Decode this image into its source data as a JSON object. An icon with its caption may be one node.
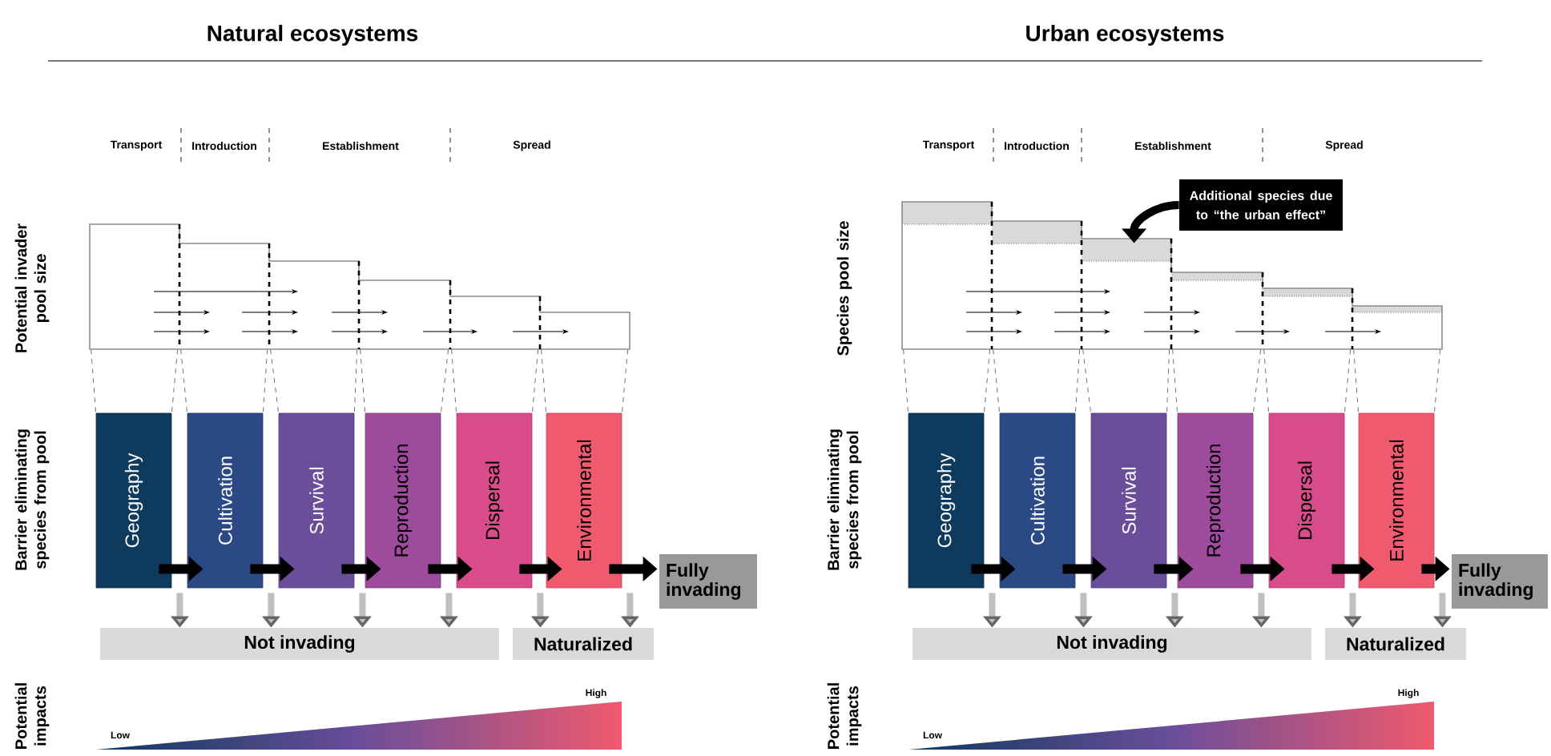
{
  "diagram": {
    "nodes": [
      {
        "text": [
          "Geography"
        ]
      },
      {
        "text": [
          "Cultivation"
        ]
      },
      {
        "text": [
          "Survival"
        ]
      },
      {
        "text": [
          "Reproduction"
        ]
      },
      {
        "text": [
          "Dispersal"
        ]
      },
      {
        "text": [
          "Environmental"
        ]
      },
      {
        "text": [
          "Fully invading"
        ]
      },
      {
        "text": [
          "Not invading"
        ]
      },
      {
        "text": [
          "Naturalized"
        ]
      },
      {
        "text": [
          "Geography"
        ]
      },
      {
        "text": [
          "Cultivation"
        ]
      },
      {
        "text": [
          "Survival"
        ]
      },
      {
        "text": [
          "Reproduction"
        ]
      },
      {
        "text": [
          "Dispersal"
        ]
      },
      {
        "text": [
          "Environmental"
        ]
      },
      {
        "text": [
          "Fully invading"
        ]
      },
      {
        "text": [
          "Not invading"
        ]
      },
      {
        "text": [
          "Naturalized"
        ]
      },
      {
        "text": [
          "Additional species due to “the urban effect”"
        ]
      },
      {
        "text": [],
        "shape": "box"
      },
      {
        "text": [],
        "shape": "box"
      }
    ],
    "edges": [
      {
        "from": 0,
        "to": 1,
        "arrow": "to",
        "color": "#000000"
      },
      {
        "from": 1,
        "to": 2,
        "arrow": "to",
        "color": "#000000"
      },
      {
        "from": 2,
        "to": 3,
        "arrow": "to",
        "color": "#000000"
      },
      {
        "from": 3,
        "to": 4,
        "arrow": "to",
        "color": "#000000"
      },
      {
        "from": 4,
        "to": 5,
        "arrow": "to",
        "color": "#000000"
      },
      {
        "from": 5,
        "to": 6,
        "arrow": "to",
        "color": "#000000"
      },
      {
        "from": 0,
        "to": 7,
        "arrow": "to",
        "color": "#bfbfbf"
      },
      {
        "from": 1,
        "to": 7,
        "arrow": "to",
        "color": "#bfbfbf"
      },
      {
        "from": 2,
        "to": 7,
        "arrow": "to",
        "color": "#bfbfbf"
      },
      {
        "from": 3,
        "to": 7,
        "arrow": "to",
        "color": "#bfbfbf"
      },
      {
        "from": 4,
        "to": 8,
        "arrow": "to",
        "color": "#bfbfbf"
      },
      {
        "from": 5,
        "to": 8,
        "arrow": "to",
        "color": "#bfbfbf"
      },
      {
        "from": 9,
        "to": 10,
        "arrow": "to",
        "color": "#000000"
      },
      {
        "from": 10,
        "to": 11,
        "arrow": "to",
        "color": "#000000"
      },
      {
        "from": 11,
        "to": 12,
        "arrow": "to",
        "color": "#000000"
      },
      {
        "from": 12,
        "to": 13,
        "arrow": "to",
        "color": "#000000"
      },
      {
        "from": 13,
        "to": 14,
        "arrow": "to",
        "color": "#000000"
      },
      {
        "from": 14,
        "to": 15,
        "arrow": "to",
        "color": "#000000"
      },
      {
        "from": 9,
        "to": 16,
        "arrow": "to",
        "color": "#bfbfbf"
      },
      {
        "from": 10,
        "to": 16,
        "arrow": "to",
        "color": "#bfbfbf"
      },
      {
        "from": 11,
        "to": 16,
        "arrow": "to",
        "color": "#bfbfbf"
      },
      {
        "from": 12,
        "to": 16,
        "arrow": "to",
        "color": "#bfbfbf"
      },
      {
        "from": 13,
        "to": 17,
        "arrow": "to",
        "color": "#bfbfbf"
      },
      {
        "from": 14,
        "to": 17,
        "arrow": "to",
        "color": "#bfbfbf"
      },
      {
        "from": 18,
        "to": 20,
        "arrow": "to",
        "color": "#000000"
      },
      {
        "from": 19,
        "to": 0,
        "arrow": "none",
        "style": "dashed"
      },
      {
        "from": 19,
        "to": 0,
        "arrow": "none",
        "style": "dashed"
      },
      {
        "from": 19,
        "to": 1,
        "arrow": "none",
        "style": "dashed"
      },
      {
        "from": 19,
        "to": 1,
        "arrow": "none",
        "style": "dashed"
      },
      {
        "from": 19,
        "to": 2,
        "arrow": "none",
        "style": "dashed"
      },
      {
        "from": 19,
        "to": 2,
        "arrow": "none",
        "style": "dashed"
      },
      {
        "from": 19,
        "to": 3,
        "arrow": "none",
        "style": "dashed"
      },
      {
        "from": 19,
        "to": 3,
        "arrow": "none",
        "style": "dashed"
      },
      {
        "from": 19,
        "to": 4,
        "arrow": "none",
        "style": "dashed"
      },
      {
        "from": 19,
        "to": 4,
        "arrow": "none",
        "style": "dashed"
      },
      {
        "from": 19,
        "to": 5,
        "arrow": "none",
        "style": "dashed"
      },
      {
        "from": 19,
        "to": 5,
        "arrow": "none",
        "style": "dashed"
      },
      {
        "from": 20,
        "to": 9,
        "arrow": "none",
        "style": "dashed"
      },
      {
        "from": 20,
        "to": 9,
        "arrow": "none",
        "style": "dashed"
      },
      {
        "from": 20,
        "to": 10,
        "arrow": "none",
        "style": "dashed"
      },
      {
        "from": 20,
        "to": 10,
        "arrow": "none",
        "style": "dashed"
      },
      {
        "from": 20,
        "to": 11,
        "arrow": "none",
        "style": "dashed"
      },
      {
        "from": 20,
        "to": 11,
        "arrow": "none",
        "style": "dashed"
      },
      {
        "from": 20,
        "to": 12,
        "arrow": "none",
        "style": "dashed"
      },
      {
        "from": 20,
        "to": 12,
        "arrow": "none",
        "style": "dashed"
      },
      {
        "from": 20,
        "to": 13,
        "arrow": "none",
        "style": "dashed"
      },
      {
        "from": 20,
        "to": 13,
        "arrow": "none",
        "style": "dashed"
      },
      {
        "from": 20,
        "to": 14,
        "arrow": "none",
        "style": "dashed"
      },
      {
        "from": 20,
        "to": 14,
        "arrow": "none",
        "style": "dashed"
      }
    ],
    "labels": [
      "Natural ecosystems",
      "Transport",
      "Introduction",
      "Establishment",
      "Spread",
      "Potential invader pool size",
      "Barrier eliminating species from pool",
      "Potential impacts",
      "Low",
      "High",
      "Urban ecosystems",
      "Transport",
      "Introduction",
      "Establishment",
      "Spread",
      "Species pool size",
      "Barrier eliminating species from pool",
      "Potential impacts",
      "Low",
      "High"
    ]
  }
}
